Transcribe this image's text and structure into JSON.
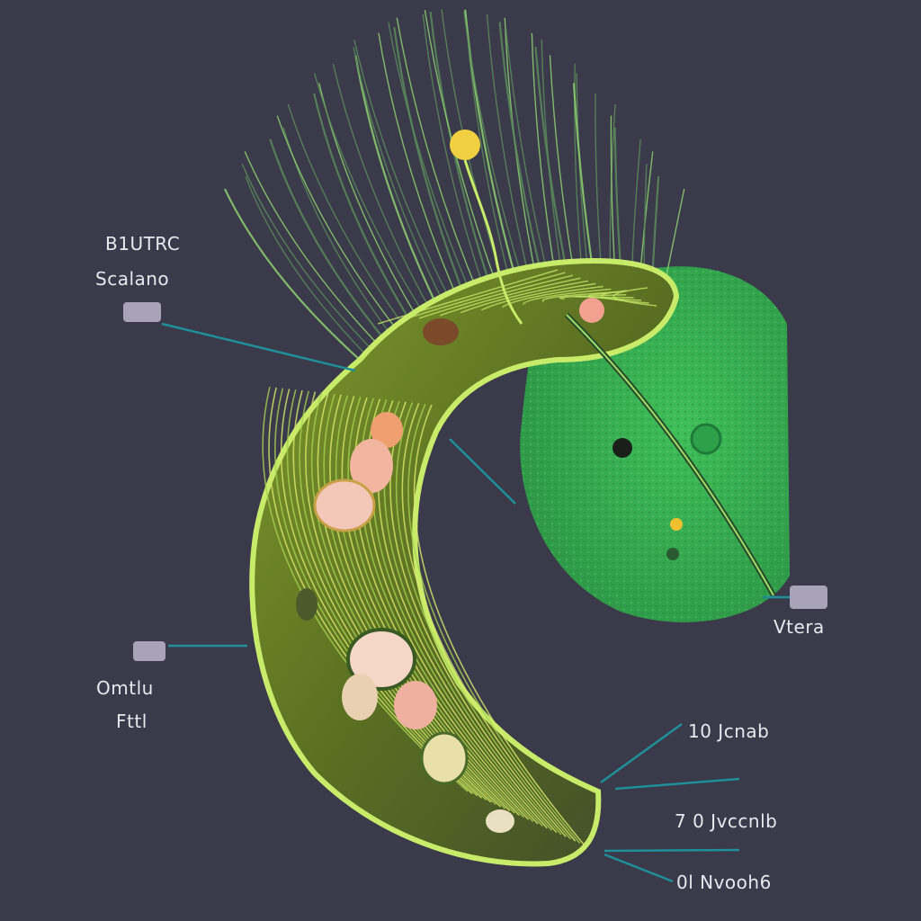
{
  "labels": {
    "top_left_line1": "B1UTRC",
    "top_left_line2": "Scalano",
    "right_middle": "Vtera",
    "left_lower_line1": "Omtlu",
    "left_lower_line2": "Fttl",
    "right_lower_1": "10 Jcnab",
    "right_lower_2": "7 0 Jvccnlb",
    "right_lower_3": "0l Nvooh6"
  },
  "colors": {
    "background": "#3a3a4a",
    "body_outline": "#b8e05a",
    "body_fill": "#6d8a2a",
    "green_lobe": "#45b85a",
    "leader_line": "#1f8f9a",
    "marker": "#a8a3b6",
    "label_text": "#e8e8ee"
  }
}
